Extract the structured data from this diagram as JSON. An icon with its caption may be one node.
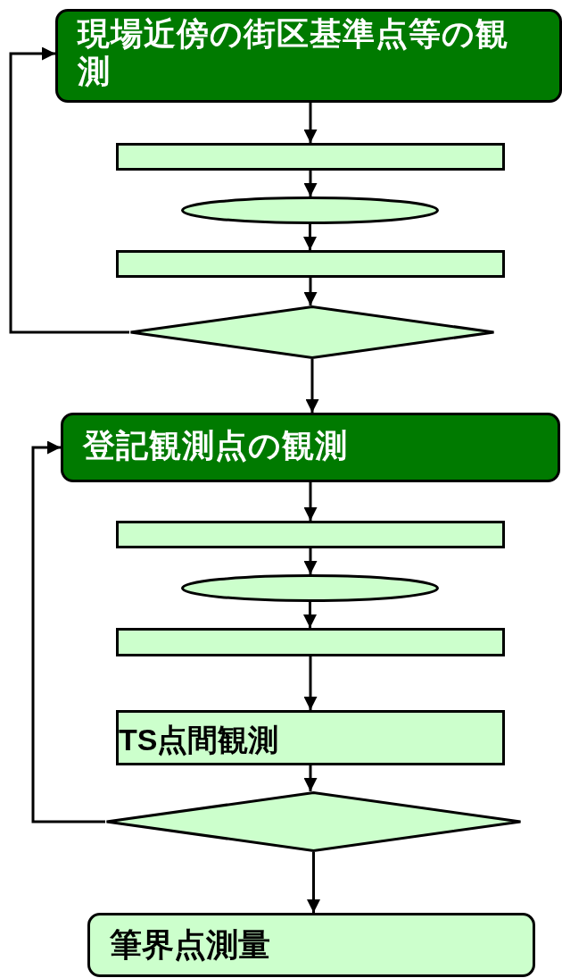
{
  "diagram": {
    "nodes": [
      {
        "text": [
          "現場近傍の街区基準点等の観測"
        ]
      },
      {
        "text": [],
        "shape": "box"
      },
      {
        "text": [],
        "shape": "ellipse"
      },
      {
        "text": [],
        "shape": "box"
      },
      {
        "text": [],
        "shape": "diamond"
      },
      {
        "text": [
          "登記観測点の観測"
        ]
      },
      {
        "text": [],
        "shape": "box"
      },
      {
        "text": [],
        "shape": "ellipse"
      },
      {
        "text": [],
        "shape": "box"
      },
      {
        "text": [
          "TS点間観測"
        ]
      },
      {
        "text": [],
        "shape": "diamond"
      },
      {
        "text": [
          "筆界点測量"
        ]
      }
    ],
    "edges": [
      {
        "from": 0,
        "to": 1,
        "arrow": "to"
      },
      {
        "from": 1,
        "to": 2,
        "arrow": "to"
      },
      {
        "from": 2,
        "to": 3,
        "arrow": "to"
      },
      {
        "from": 3,
        "to": 4,
        "arrow": "to"
      },
      {
        "from": 4,
        "to": 0,
        "arrow": "to"
      },
      {
        "from": 4,
        "to": 5,
        "arrow": "to"
      },
      {
        "from": 5,
        "to": 6,
        "arrow": "to"
      },
      {
        "from": 6,
        "to": 7,
        "arrow": "to"
      },
      {
        "from": 7,
        "to": 8,
        "arrow": "to"
      },
      {
        "from": 8,
        "to": 9,
        "arrow": "to"
      },
      {
        "from": 9,
        "to": 10,
        "arrow": "to"
      },
      {
        "from": 10,
        "to": 5,
        "arrow": "to"
      },
      {
        "from": 10,
        "to": 11,
        "arrow": "to"
      }
    ]
  }
}
